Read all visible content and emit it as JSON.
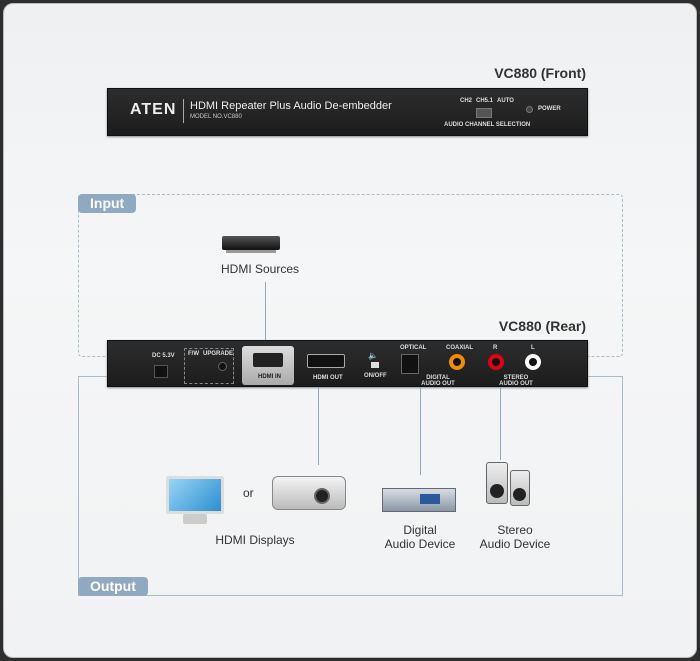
{
  "front": {
    "title": "VC880 (Front)",
    "brand": "ATEN",
    "product": "HDMI Repeater Plus Audio De-embedder",
    "model": "MODEL NO.VC880",
    "switch_options": [
      "CH2",
      "CH5.1",
      "AUTO"
    ],
    "switch_label": "AUDIO CHANNEL SELECTION",
    "power": "POWER"
  },
  "rear": {
    "title": "VC880 (Rear)",
    "dc": "DC 5.3V",
    "fw": "F/W",
    "upgrade": "UPGRADE",
    "hdmi_in": "HDMI IN",
    "hdmi_out": "HDMI OUT",
    "onoff": "ON/OFF",
    "optical": "OPTICAL",
    "coaxial": "COAXIAL",
    "digital_out": "DIGITAL AUDIO OUT",
    "r": "R",
    "l": "L",
    "stereo_out": "STEREO AUDIO OUT"
  },
  "input": {
    "label": "Input",
    "source": "HDMI Sources"
  },
  "output": {
    "label": "Output",
    "or": "or",
    "displays": "HDMI Displays",
    "digital_line1": "Digital",
    "digital_line2": "Audio Device",
    "stereo_line1": "Stereo",
    "stereo_line2": "Audio Device"
  },
  "colors": {
    "label_bg": "#8fa9c2",
    "coaxial": "#f08c00",
    "right": "#e0001a",
    "left": "#ffffff"
  }
}
